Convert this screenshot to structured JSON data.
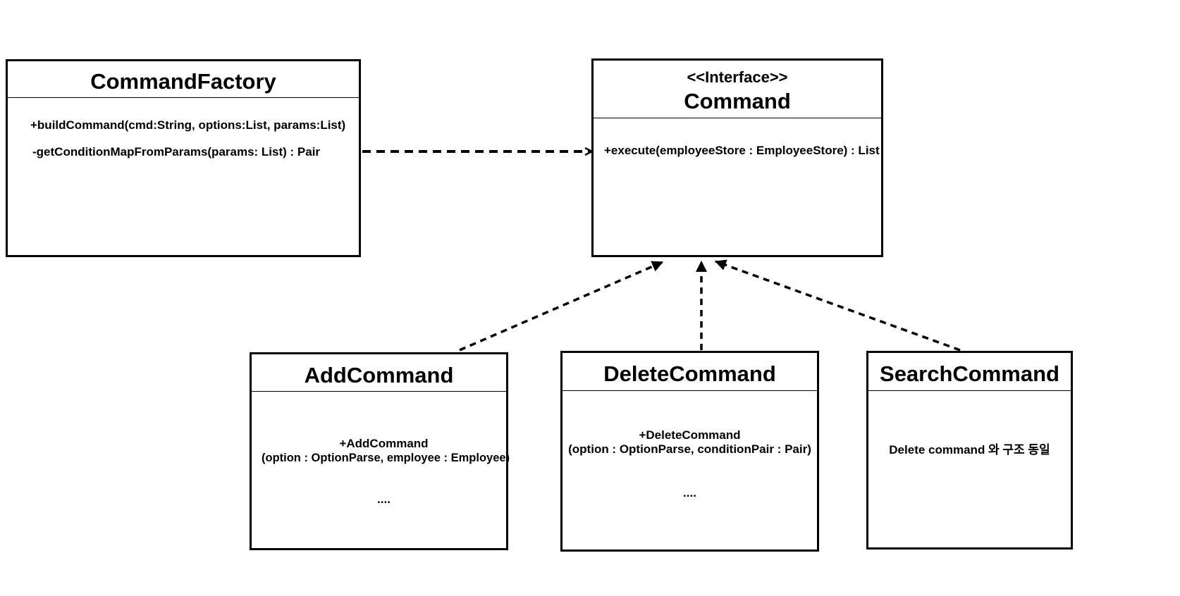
{
  "diagram": {
    "classes": {
      "command_factory": {
        "name": "CommandFactory",
        "members": [
          "+buildCommand(cmd:String, options:List, params:List)",
          "-getConditionMapFromParams(params: List) : Pair"
        ]
      },
      "command": {
        "stereotype": "<<Interface>>",
        "name": "Command",
        "members": [
          "+execute(employeeStore : EmployeeStore) : List"
        ]
      },
      "add_command": {
        "name": "AddCommand",
        "members": [
          "+AddCommand",
          "(option : OptionParse, employee : Employee)",
          "...."
        ]
      },
      "delete_command": {
        "name": "DeleteCommand",
        "members": [
          "+DeleteCommand",
          "(option : OptionParse, conditionPair : Pair)",
          "...."
        ]
      },
      "search_command": {
        "name": "SearchCommand",
        "members": [
          "Delete command 와 구조 동일"
        ]
      }
    },
    "relationships": [
      {
        "from": "CommandFactory",
        "to": "Command",
        "type": "dependency"
      },
      {
        "from": "AddCommand",
        "to": "Command",
        "type": "realization"
      },
      {
        "from": "DeleteCommand",
        "to": "Command",
        "type": "realization"
      },
      {
        "from": "SearchCommand",
        "to": "Command",
        "type": "realization"
      }
    ]
  }
}
